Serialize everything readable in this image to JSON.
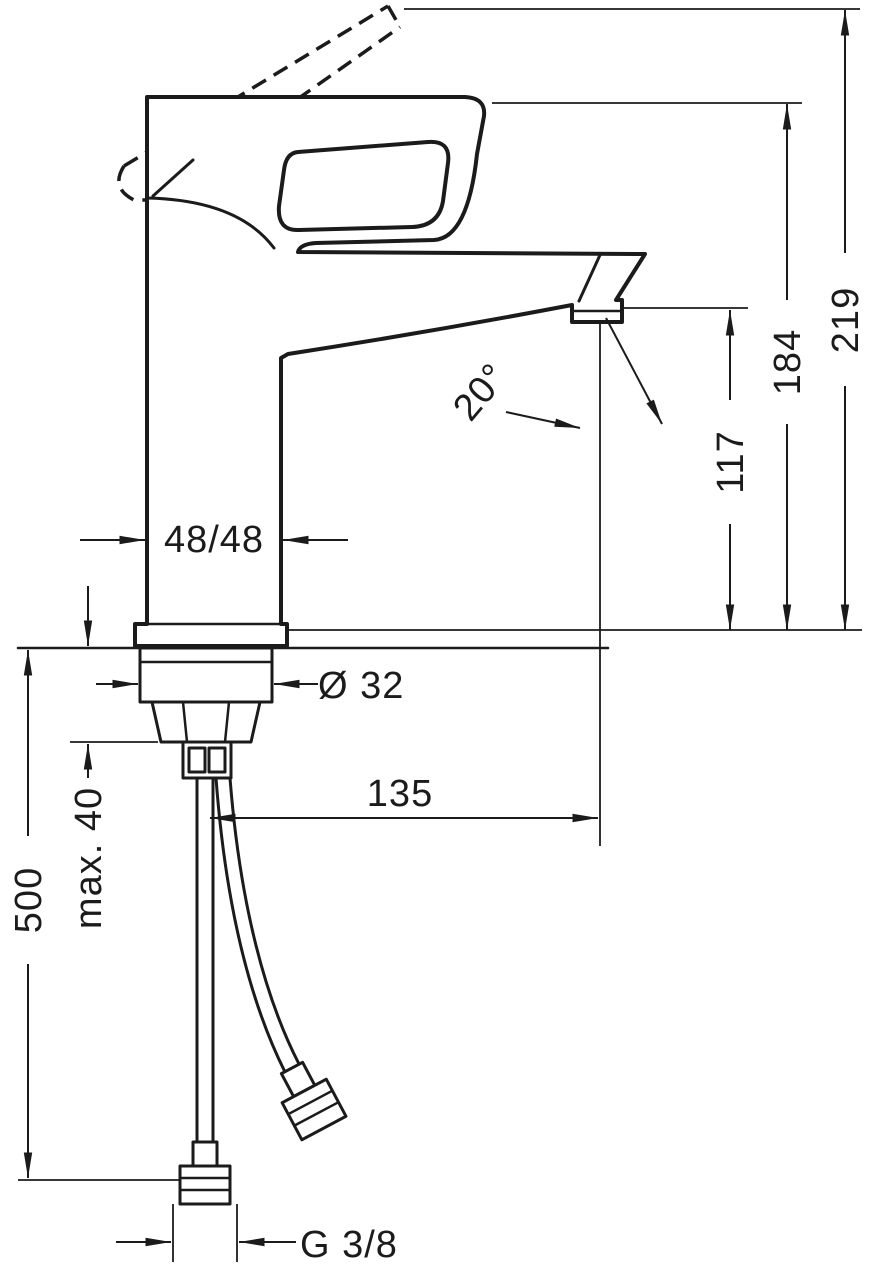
{
  "diagram": {
    "type": "technical-dimension-drawing",
    "subject": "single-lever basin mixer faucet, side elevation with mounting hardware and supply hoses",
    "units": "mm",
    "colors": {
      "line": "#1b1b1b",
      "background": "#ffffff"
    },
    "dims": {
      "overall_height": "219",
      "height_to_handle_top": "184",
      "height_to_spout_outlet": "117",
      "spout_angle": "20°",
      "body_width_depth": "48/48",
      "mounting_hole_diameter": "Ø 32",
      "spout_reach": "135",
      "max_deck_thickness": "max. 40",
      "hose_length": "500",
      "connection_thread": "G 3/8"
    }
  }
}
